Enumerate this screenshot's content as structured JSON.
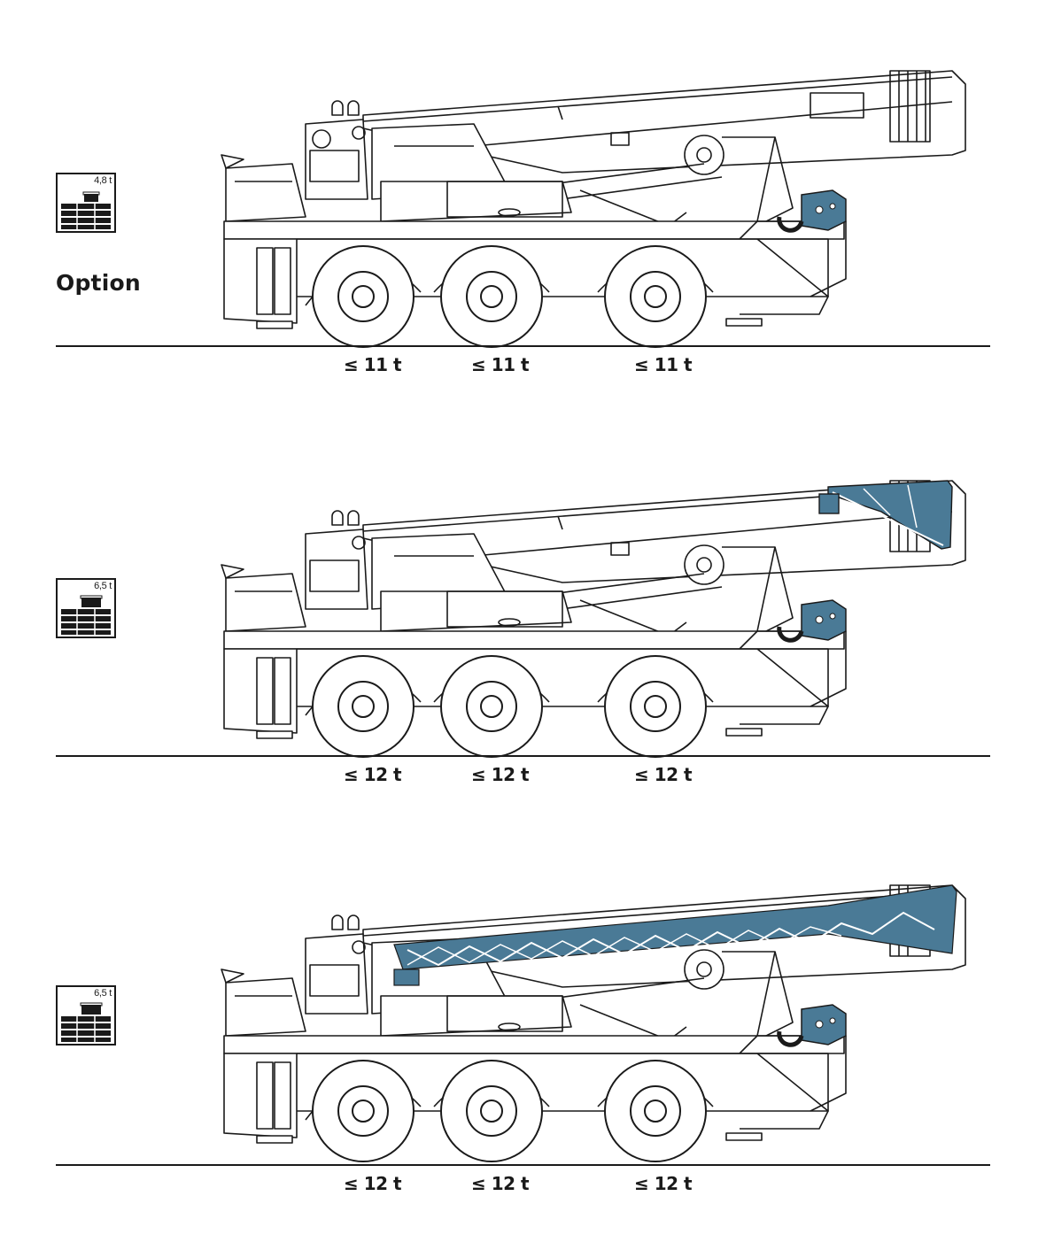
{
  "panels": [
    {
      "counterweight_label": "4,8 t",
      "option_label": "Option",
      "axle_loads": [
        "≤ 11 t",
        "≤ 11 t",
        "≤ 11 t"
      ],
      "highlight": "hook-block"
    },
    {
      "counterweight_label": "6,5 t",
      "axle_loads": [
        "≤ 12 t",
        "≤ 12 t",
        "≤ 12 t"
      ],
      "highlight": "hook-block-and-folded-jib"
    },
    {
      "counterweight_label": "6,5 t",
      "axle_loads": [
        "≤ 12 t",
        "≤ 12 t",
        "≤ 12 t"
      ],
      "highlight": "hook-block-and-lattice-jib"
    }
  ],
  "colors": {
    "line": "#1a1a1a",
    "highlight": "#4a7a96",
    "background": "#ffffff"
  }
}
